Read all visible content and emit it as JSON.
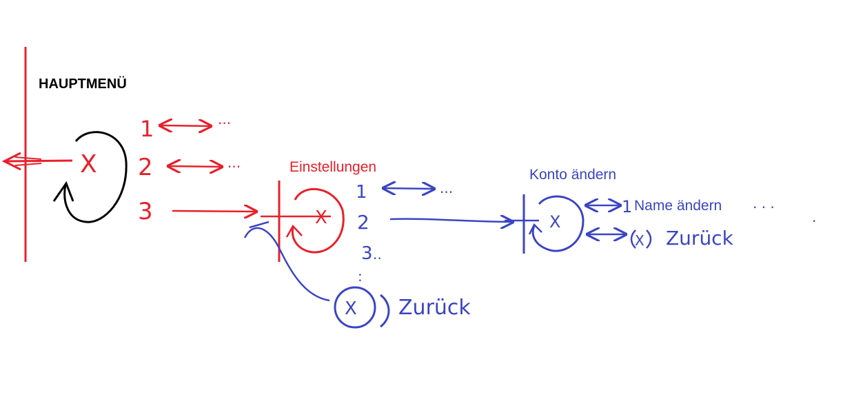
{
  "colors": {
    "red": "#e8202a",
    "blue": "#3b44c4",
    "black": "#000000"
  },
  "main_menu": {
    "title": "HAUPTMENÜ",
    "cursor_symbol": "X",
    "options": [
      {
        "number": "1",
        "ellipsis": "..."
      },
      {
        "number": "2",
        "ellipsis": "..."
      },
      {
        "number": "3",
        "ellipsis": ""
      }
    ]
  },
  "settings_menu": {
    "title": "Einstellungen",
    "cursor_symbol": "X",
    "options": [
      {
        "number": "1",
        "ellipsis": "..."
      },
      {
        "number": "2",
        "ellipsis": ""
      },
      {
        "number": "3",
        "ellipsis": ".."
      }
    ],
    "more": ":",
    "back": {
      "symbol": "X",
      "label": "Zurück"
    }
  },
  "account_menu": {
    "title": "Konto ändern",
    "cursor_symbol": "X",
    "options": [
      {
        "number": "1",
        "label": "Name ändern",
        "ellipsis": ". . .",
        "extra_dot": "."
      }
    ],
    "back": {
      "symbol": "X",
      "label": "Zurück"
    }
  }
}
